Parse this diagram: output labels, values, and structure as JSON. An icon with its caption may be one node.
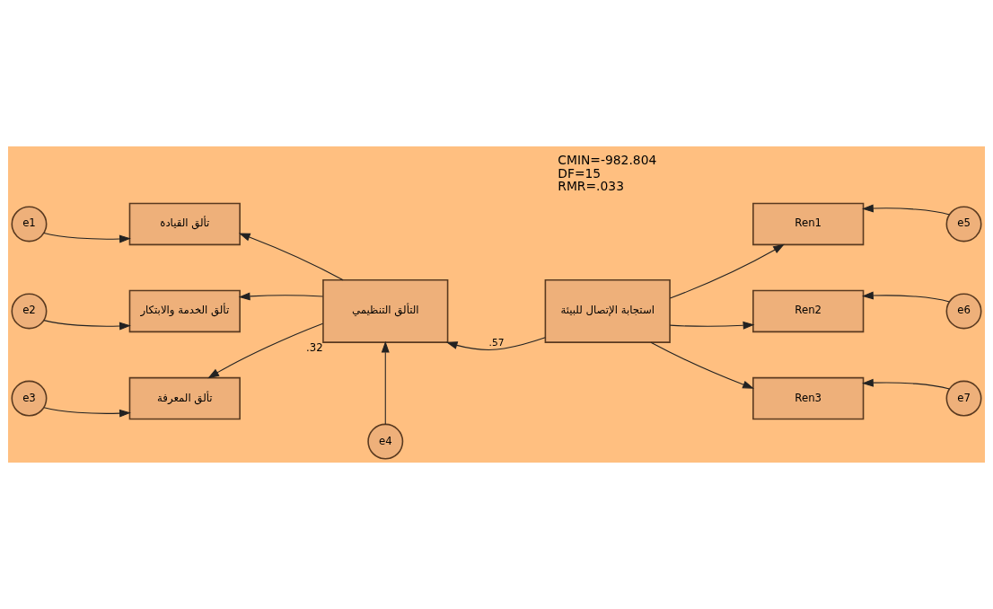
{
  "diagram": {
    "nodes": [
      {
        "text": [
          "e1"
        ]
      },
      {
        "text": [
          "تألق القيادة"
        ]
      },
      {
        "text": [
          "e2"
        ]
      },
      {
        "text": [
          "تألق الخدمة والابتكار"
        ]
      },
      {
        "text": [
          "e3"
        ]
      },
      {
        "text": [
          "تألق المعرفة"
        ]
      },
      {
        "text": [
          "e4"
        ]
      },
      {
        "text": [
          "التألق التنظيمي"
        ],
        "beside": [
          ".32"
        ]
      },
      {
        "text": [
          "استجابة الإتصال للبيئة"
        ]
      },
      {
        "text": [
          "Ren1"
        ]
      },
      {
        "text": [
          "e5"
        ]
      },
      {
        "text": [
          "Ren2"
        ]
      },
      {
        "text": [
          "e6"
        ]
      },
      {
        "text": [
          "Ren3"
        ]
      },
      {
        "text": [
          "e7"
        ]
      }
    ],
    "edges": [
      {
        "from": 0,
        "to": 1,
        "arrow": "to"
      },
      {
        "from": 2,
        "to": 3,
        "arrow": "to"
      },
      {
        "from": 4,
        "to": 5,
        "arrow": "to"
      },
      {
        "from": 7,
        "to": 1,
        "arrow": "to"
      },
      {
        "from": 7,
        "to": 3,
        "arrow": "to"
      },
      {
        "from": 7,
        "to": 5,
        "arrow": "to"
      },
      {
        "from": 6,
        "to": 7,
        "arrow": "to"
      },
      {
        "from": 8,
        "to": 7,
        "arrow": "to",
        "label": ".57"
      },
      {
        "from": 8,
        "to": 9,
        "arrow": "to"
      },
      {
        "from": 8,
        "to": 11,
        "arrow": "to"
      },
      {
        "from": 8,
        "to": 13,
        "arrow": "to"
      },
      {
        "from": 10,
        "to": 9,
        "arrow": "to"
      },
      {
        "from": 12,
        "to": 11,
        "arrow": "to"
      },
      {
        "from": 14,
        "to": 13,
        "arrow": "to"
      }
    ],
    "labels": [
      "CMIN=-982.804",
      "DF=15",
      "RMR=.033"
    ]
  }
}
